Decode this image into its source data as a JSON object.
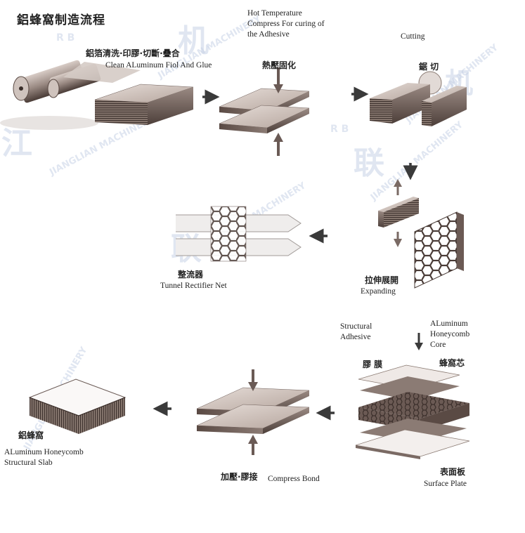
{
  "title": "鋁蜂窩制造流程",
  "steps": {
    "clean_glue": {
      "zh": "鋁箔清洗·印膠·切斷·疊合",
      "en": "Clean ALuminum Fiol And Glue"
    },
    "hot_press": {
      "zh": "熱壓固化",
      "en_lines": [
        "Hot Temperature",
        "Compress  For curing of",
        "the Adhesive"
      ]
    },
    "cutting": {
      "zh": "鋸  切",
      "en": "Cutting"
    },
    "expanding": {
      "zh": "拉伸展開",
      "en": "Expanding"
    },
    "rectifier": {
      "zh": "整流器",
      "en": "Tunnel Rectifier Net"
    },
    "layup": {
      "adhesive_en_lines": [
        "Structural",
        "Adhesive"
      ],
      "core_en_lines": [
        "ALuminum",
        "Honeycomb",
        "Core"
      ],
      "film_zh": "膠 膜",
      "core_zh": "蜂窩芯",
      "plate_zh": "表面板",
      "plate_en": "Surface Plate"
    },
    "compress_bond": {
      "zh": "加壓·膠接",
      "en": "Compress Bond"
    },
    "slab": {
      "zh": "鋁蜂窩",
      "en_lines": [
        "ALuminum Honeycomb",
        "Structural Slab"
      ]
    }
  },
  "watermark": {
    "cn_a": "江",
    "cn_b": "联",
    "cn_c": "机",
    "en": "JIANGLIAN MACHINERY",
    "abbr": "R  B"
  },
  "colors": {
    "panel_top": "#d9cfc8",
    "panel_side": "#8a7a72",
    "dark": "#3c302c",
    "arrow": "#3a3a3a",
    "press_arrow": "#6a5a55"
  }
}
